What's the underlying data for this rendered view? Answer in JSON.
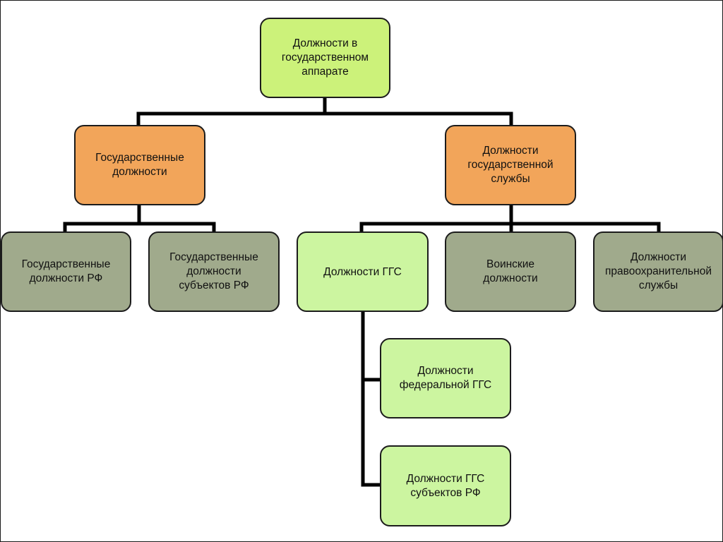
{
  "diagram": {
    "root": {
      "label": "Должности в\nгосударственном\nаппарате"
    },
    "state_positions": {
      "label": "Государственные\nдолжности"
    },
    "civil_service_positions": {
      "label": "Должности\nгосударственной\nслужбы"
    },
    "state_positions_rf": {
      "label": "Государственные\nдолжности РФ"
    },
    "state_positions_subjects": {
      "label": "Государственные\nдолжности\nсубъектов РФ"
    },
    "ggs_positions": {
      "label": "Должности ГГС"
    },
    "military_positions": {
      "label": "Воинские\nдолжности"
    },
    "law_enforcement_positions": {
      "label": "Должности\nправоохранительной\nслужбы"
    },
    "federal_ggs_positions": {
      "label": "Должности\nфедеральной ГГС"
    },
    "subjects_ggs_positions": {
      "label": "Должности ГГС\nсубъектов РФ"
    }
  },
  "colors": {
    "root_fill": "#ccf27a",
    "level1_fill": "#f2a55a",
    "level2_fill": "#a0aa8c",
    "ggs_fill": "#ccf5a0",
    "connector": "#000000"
  }
}
